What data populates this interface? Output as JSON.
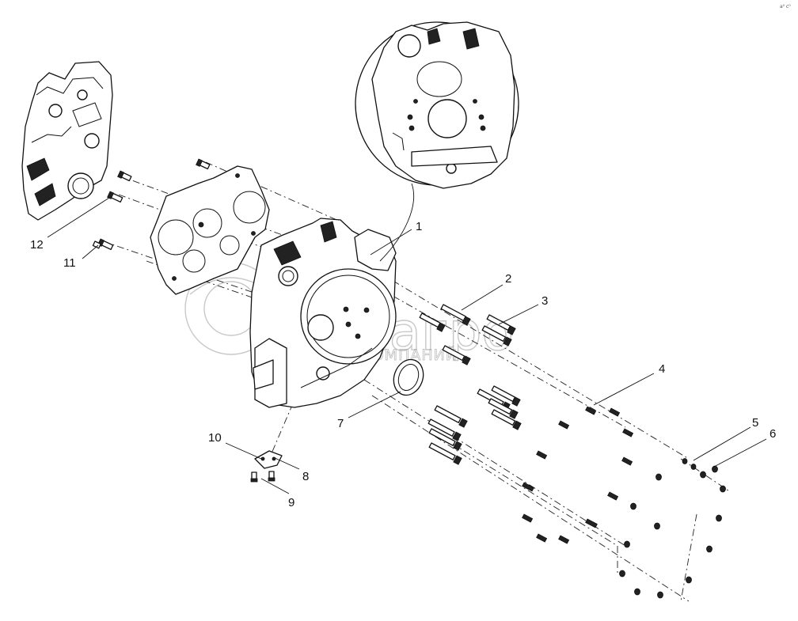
{
  "callouts": [
    {
      "id": "1",
      "label": "1"
    },
    {
      "id": "2",
      "label": "2"
    },
    {
      "id": "3",
      "label": "3"
    },
    {
      "id": "4",
      "label": "4"
    },
    {
      "id": "5",
      "label": "5"
    },
    {
      "id": "6",
      "label": "6"
    },
    {
      "id": "7",
      "label": "7"
    },
    {
      "id": "8",
      "label": "8"
    },
    {
      "id": "9",
      "label": "9"
    },
    {
      "id": "10",
      "label": "10"
    },
    {
      "id": "11",
      "label": "11"
    },
    {
      "id": "12",
      "label": "12"
    }
  ],
  "watermark": {
    "brand": "белагро",
    "tagline": "ГРУППА КОМПАНИЙ"
  },
  "corner_mark": "a⁰ c⁰"
}
